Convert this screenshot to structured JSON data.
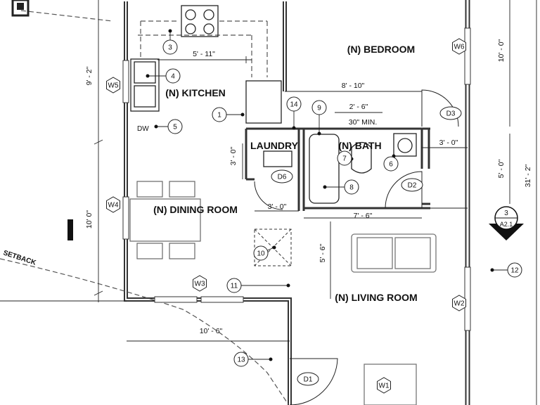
{
  "rooms": {
    "bedroom": "(N) BEDROOM",
    "kitchen": "(N) KITCHEN",
    "laundry": "LAUNDRY",
    "bath": "(N) BATH",
    "dining": "(N) DINING ROOM",
    "living": "(N) LIVING ROOM"
  },
  "dimensions": {
    "kitchen_width": "5' - 11\"",
    "kitchen_height": "9' - 2\"",
    "bath_width": "8' - 10\"",
    "bath_inner": "2' - 6\"",
    "bath_clear": "30\" MIN.",
    "bath_door": "3' - 0\"",
    "bath_depth": "5' - 0\"",
    "laundry_height": "3' - 0\"",
    "laundry_width": "3' - 0\"",
    "hall_width": "7' - 6\"",
    "dining_height": "10' 0\"",
    "living_height": "5' - 6\"",
    "bedroom_height": "10' - 0\"",
    "overall_height": "31' - 2\"",
    "bottom_width": "10' - 6\""
  },
  "keynotes": [
    "1",
    "3",
    "4",
    "5",
    "7",
    "8",
    "9",
    "10",
    "11",
    "12",
    "13",
    "14",
    "6"
  ],
  "windows": [
    "W5",
    "W4",
    "W3",
    "W6",
    "W2",
    "W1"
  ],
  "doors": [
    "D6",
    "D2",
    "D3",
    "D1"
  ],
  "labels": {
    "dw": "DW",
    "setback": "SETBACK",
    "section_number": "3",
    "section_sheet": "A2.1"
  },
  "colors": {
    "line": "#222222",
    "wall": "#333333",
    "dash": "#555555"
  }
}
